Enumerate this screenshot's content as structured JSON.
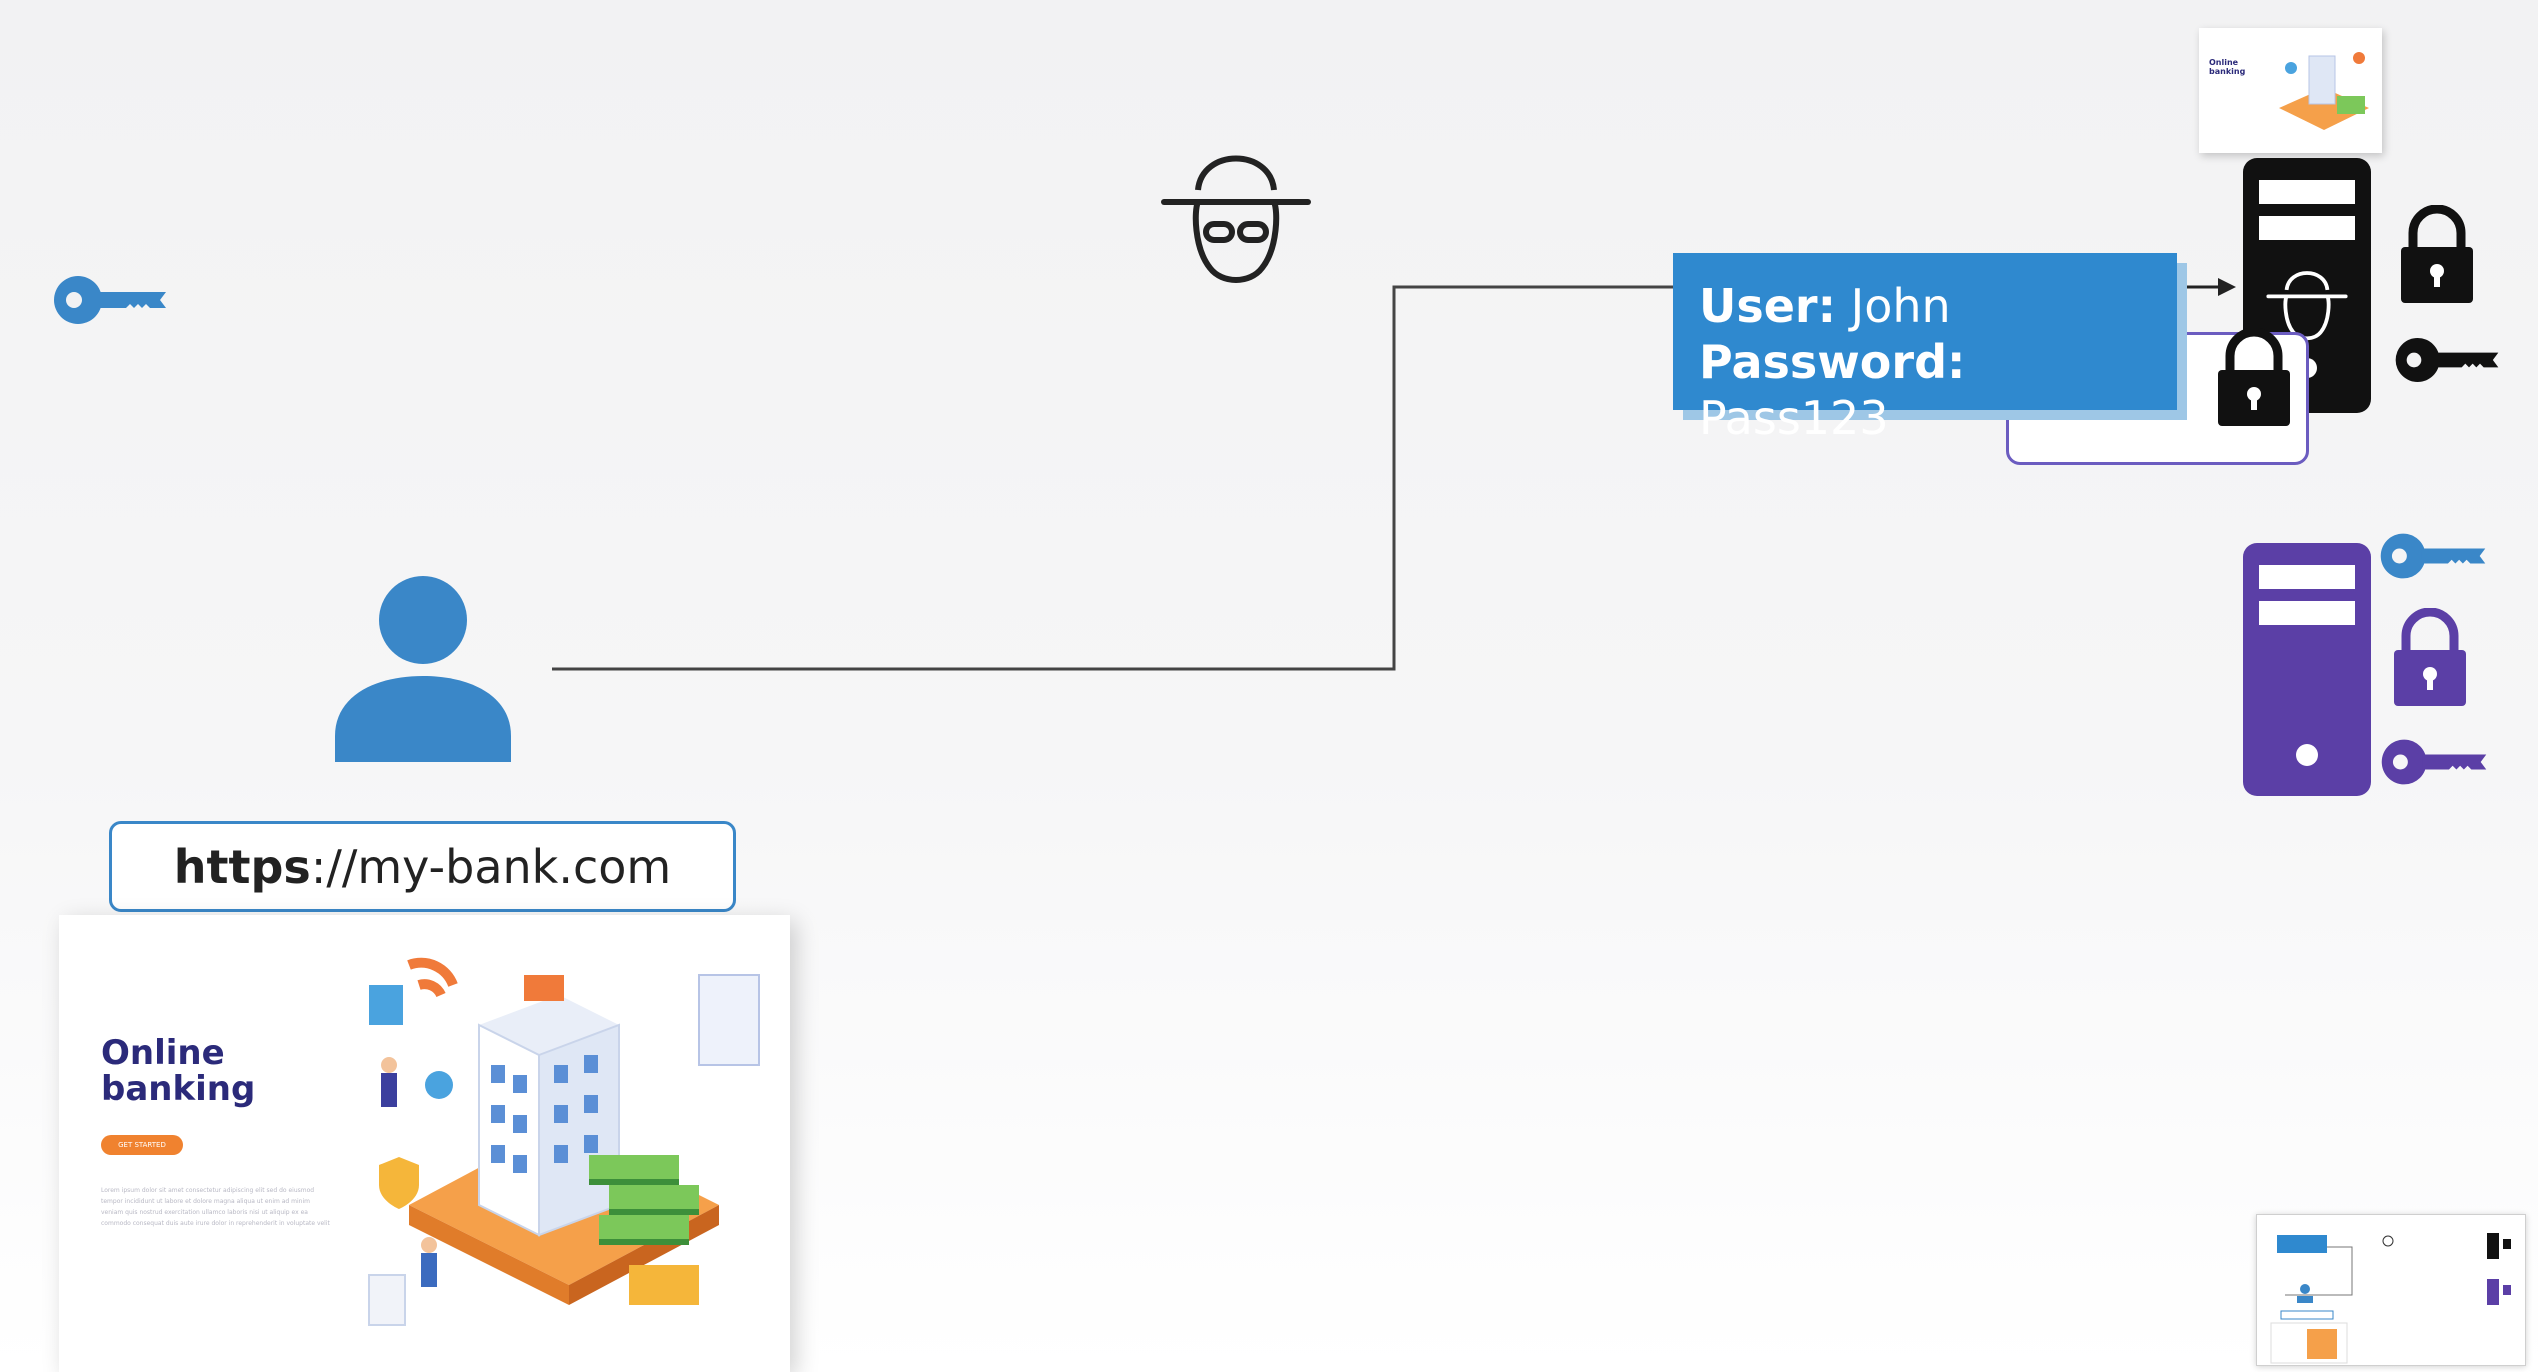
{
  "url_bar": {
    "protocol": "https",
    "rest": "://my-bank.com"
  },
  "bank_page": {
    "title": "Online\nbanking",
    "button": "GET STARTED",
    "body": "Lorem ipsum dolor sit amet consectetur adipiscing elit sed do eiusmod tempor incididunt ut labore et dolore magna aliqua ut enim ad minim veniam quis nostrud exercitation ullamco laboris nisi ut aliquip ex ea commodo consequat duis aute irure dolor in reprehenderit in voluptate velit"
  },
  "credentials": {
    "user_label": "User:",
    "user_value": "John",
    "password_label": "Password:",
    "password_value": "Pass123"
  },
  "mini_thumb": {
    "title": "Online\nbanking"
  },
  "colors": {
    "accent_blue": "#2f89cf",
    "icon_blue": "#3a87c8",
    "server_purple": "#5b3fa6",
    "black": "#111111",
    "orange": "#f0822f"
  },
  "icons": [
    "key-icon",
    "hacker-icon",
    "user-icon",
    "server-icon",
    "lock-icon"
  ]
}
